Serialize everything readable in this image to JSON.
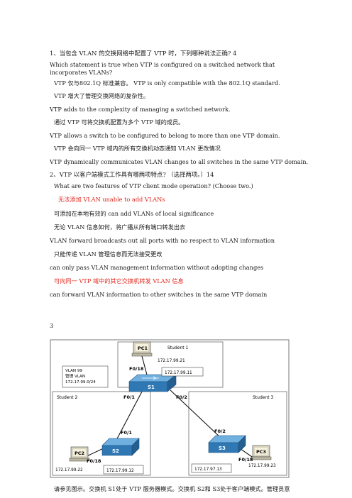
{
  "q1": {
    "title": "1、当包含 VLAN 的交换网络中配置了 VTP 时，下列哪种说法正确? 4",
    "en": "Which statement is true when VTP is configured on a switched network that incorporates VLANs?",
    "options": [
      {
        "zh": "VTP 仅与802.1Q 标准兼容。  VTP is only compatible with the 802.1Q standard.",
        "en": ""
      },
      {
        "zh": "VTP 增大了管理交换网络的复杂性。",
        "en": "VTP adds to the complexity of managing a switched network."
      },
      {
        "zh": "通过 VTP 可将交换机配置为多个 VTP 域的成员。",
        "en": "VTP allows a switch to be configured to belong to more than one VTP domain."
      },
      {
        "zh": "VTP 会向同一 VTP 域内的所有交换机动态通知 VLAN 更改情况",
        "en": "VTP dynamically communicates VLAN changes to all switches in the same VTP domain."
      }
    ]
  },
  "q2": {
    "title": "2、VTP 以客户端模式工作具有哪两项特点? （选择两项。）14",
    "en": "What are two features of VTP client mode operation? (Choose two.)",
    "options": [
      {
        "zh": "无法添加 VLAN unable to add VLANs",
        "en": ""
      },
      {
        "zh": "可添加在本地有效的 can add VLANs of local significance",
        "en": ""
      },
      {
        "zh": "无论 VLAN 信息如何，将广播从所有端口转发出去",
        "en": "VLAN forward broadcasts out all ports with no respect to VLAN information"
      },
      {
        "zh": "只能传递 VLAN 管理信息而无法接受更改",
        "en": "can only pass VLAN management information without adopting changes"
      },
      {
        "zh": "可向同一 VTP 域中的其它交换机转发 VLAN 信息",
        "en": "can forward VLAN information to other switches in the same VTP domain"
      }
    ]
  },
  "q3": {
    "number": "3",
    "caption": "请参见图示。交换机 S1处于 VTP 服务器模式。交换机 S2和 S3处于客户端模式。管理员意"
  },
  "diagram": {
    "pc1": "PC1",
    "pc2": "PC2",
    "pc3": "PC3",
    "s1": "S1",
    "s2": "S2",
    "s3": "S3",
    "student1": "Student 1",
    "student2": "Student 2",
    "student3": "Student 3",
    "vlan_box": [
      "VLAN 99",
      "管理 VLAN",
      "172.17.99.0/24"
    ],
    "pc1_ip": "172.17.99.21",
    "s1_ip": "172.17.99.11",
    "pc2_ip": "172.17.99.22",
    "s2_ip": "172.17.99.12",
    "pc3_ip": "172.17.99.23",
    "s3_ip": "172.17.97.13",
    "p_s1_f018": "F0/18",
    "p_s1_f01": "F0/1",
    "p_s1_f02": "F0/2",
    "p_s2_f01": "F0/1",
    "p_s2_f018": "F0/18",
    "p_s3_f02": "F0/2",
    "p_s3_f018": "F0/18"
  },
  "colors": {
    "accent_red": "#e0261c",
    "switch_blue": "#2f78b4"
  }
}
